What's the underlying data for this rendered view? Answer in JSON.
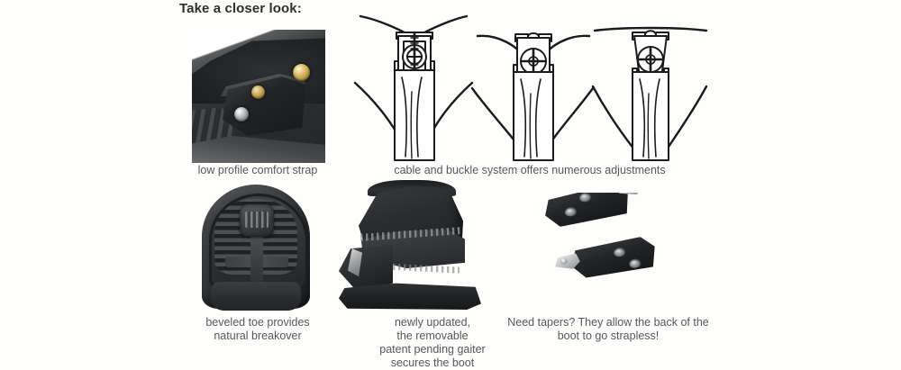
{
  "page": {
    "background_color": "#fefefc",
    "heading": "Take a closer look:"
  },
  "figures": [
    {
      "id": "comfort-strap",
      "kind": "photo",
      "subject": "low-profile comfort strap with metal rivets on a black hoof boot",
      "caption": "low profile comfort strap"
    },
    {
      "id": "cable-buckle-diagrams",
      "kind": "line-diagram-group",
      "subject": "three line drawings of a cable and buckle mechanism at different cable angles",
      "caption": "cable and buckle system offers numerous adjustments",
      "panels": [
        {
          "id": "buckle-panel-1",
          "subject": "buckle with cables angled steeply upward"
        },
        {
          "id": "buckle-panel-2",
          "subject": "buckle with cables angled outward and screw head visible"
        },
        {
          "id": "buckle-panel-3",
          "subject": "buckle with cable nearly horizontal across the top"
        }
      ]
    },
    {
      "id": "beveled-toe-sole",
      "kind": "photo",
      "subject": "black rubber boot outsole with ridged tread and beveled toe",
      "caption": "beveled toe provides\nnatural breakover"
    },
    {
      "id": "gaiter-boot",
      "kind": "photo",
      "subject": "black hoof boot with removable gaiter, rear three-quarter view",
      "caption": "newly updated,\nthe removable\npatent pending gaiter\nsecures the boot"
    },
    {
      "id": "tapers",
      "kind": "photo",
      "subject": "two black angled taper wedges with metal tabs and screw holes",
      "caption": "Need tapers? They allow the back of the\nboot to go strapless!"
    }
  ],
  "colors": {
    "heading_text": "#302f2b",
    "caption_text": "#58585a",
    "diagram_line": "#1b1b1b",
    "diagram_fill": "#ffffff",
    "background": "#fefefc"
  }
}
